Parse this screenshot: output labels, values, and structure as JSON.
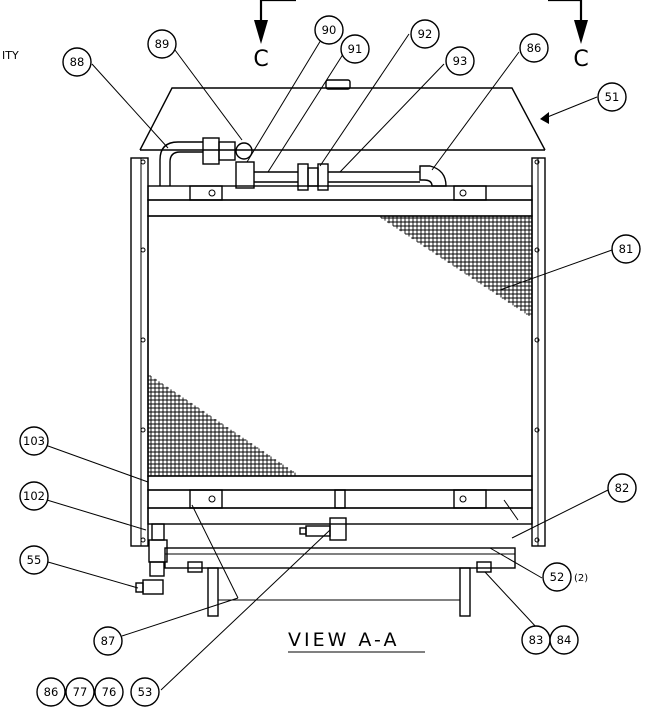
{
  "view_title": "VIEW A-A",
  "section_marks": [
    "C",
    "C"
  ],
  "corner_text": "ITY",
  "callouts": [
    {
      "id": "88",
      "text": "88"
    },
    {
      "id": "89",
      "text": "89"
    },
    {
      "id": "90",
      "text": "90"
    },
    {
      "id": "91",
      "text": "91"
    },
    {
      "id": "92",
      "text": "92"
    },
    {
      "id": "93",
      "text": "93"
    },
    {
      "id": "86",
      "text": "86"
    },
    {
      "id": "51",
      "text": "51"
    },
    {
      "id": "81",
      "text": "81"
    },
    {
      "id": "103",
      "text": "103"
    },
    {
      "id": "102",
      "text": "102"
    },
    {
      "id": "82",
      "text": "82"
    },
    {
      "id": "55",
      "text": "55"
    },
    {
      "id": "52",
      "text": "52"
    },
    {
      "id": "87",
      "text": "87"
    },
    {
      "id": "83",
      "text": "83"
    },
    {
      "id": "84",
      "text": "84"
    },
    {
      "id": "86b",
      "text": "86"
    },
    {
      "id": "77",
      "text": "77"
    },
    {
      "id": "76",
      "text": "76"
    },
    {
      "id": "53",
      "text": "53"
    }
  ],
  "qty_note_52": "(2)"
}
